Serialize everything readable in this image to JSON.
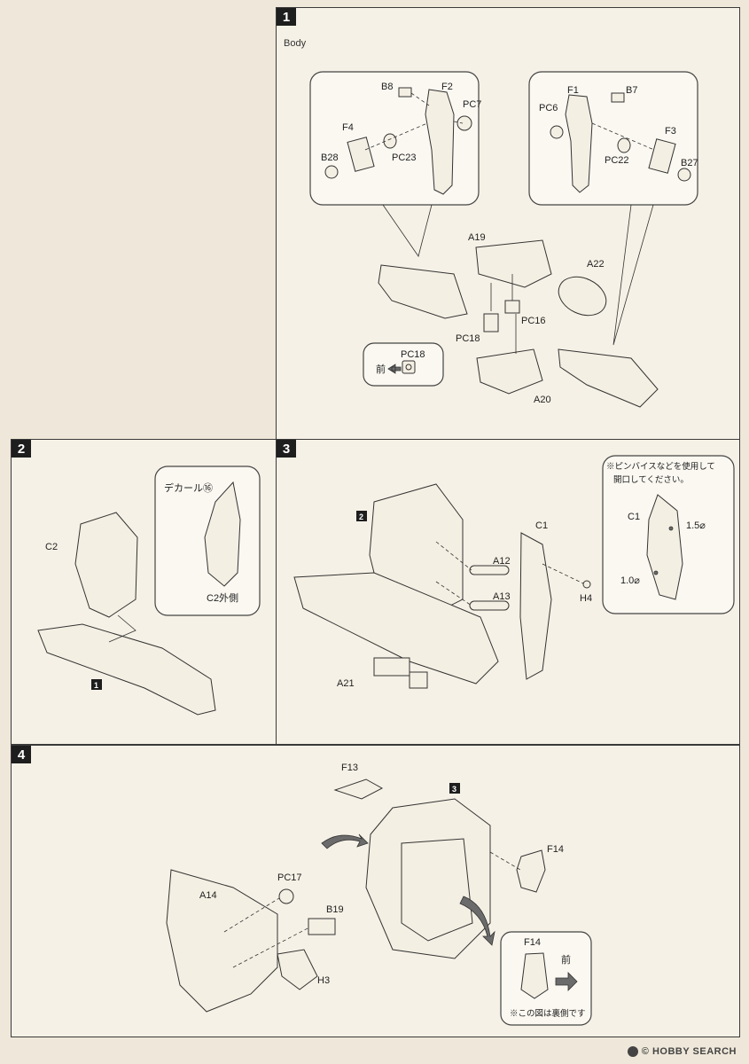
{
  "steps": [
    {
      "number": "1",
      "subtitle": "Body",
      "labels": {
        "b8": "B8",
        "f2": "F2",
        "pc7": "PC7",
        "f4": "F4",
        "b28": "B28",
        "pc23": "PC23",
        "f1": "F1",
        "b7": "B7",
        "pc6": "PC6",
        "f3": "F3",
        "pc22": "PC22",
        "b27": "B27",
        "a19": "A19",
        "a22": "A22",
        "pc16": "PC16",
        "pc18_a": "PC18",
        "a20": "A20",
        "pc18_b": "PC18",
        "front": "前"
      }
    },
    {
      "number": "2",
      "labels": {
        "c2": "C2",
        "decal": "デカール⑯",
        "c2_outer": "C2外側",
        "ref1": "1"
      }
    },
    {
      "number": "3",
      "labels": {
        "ref2": "2",
        "c1": "C1",
        "a12": "A12",
        "a13": "A13",
        "h4": "H4",
        "a21": "A21",
        "note_line1": "※ピンバイスなどを使用して",
        "note_line2": "開口してください。",
        "c1_detail": "C1",
        "dim15": "1.5⌀",
        "dim10": "1.0⌀"
      }
    },
    {
      "number": "4",
      "labels": {
        "f13": "F13",
        "ref3": "3",
        "f14": "F14",
        "a14": "A14",
        "pc17": "PC17",
        "b19": "B19",
        "h3": "H3",
        "f14_detail": "F14",
        "front": "前",
        "note": "※この図は裏側です"
      }
    }
  ],
  "watermark": "© HOBBY SEARCH"
}
